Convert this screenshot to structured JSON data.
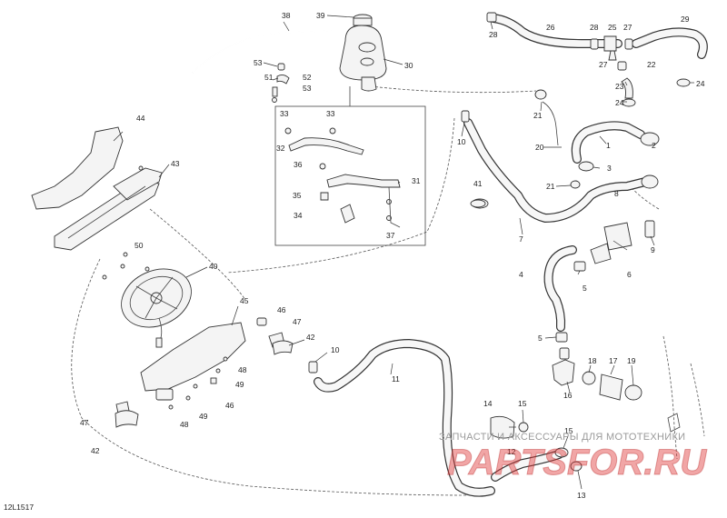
{
  "diagram": {
    "code": "12L1517",
    "callouts": [
      {
        "id": "c38",
        "label": "38"
      },
      {
        "id": "c39",
        "label": "39"
      },
      {
        "id": "c30",
        "label": "30"
      },
      {
        "id": "c53a",
        "label": "53"
      },
      {
        "id": "c51",
        "label": "51"
      },
      {
        "id": "c52",
        "label": "52"
      },
      {
        "id": "c53b",
        "label": "53"
      },
      {
        "id": "c28a",
        "label": "28"
      },
      {
        "id": "c26",
        "label": "26"
      },
      {
        "id": "c28b",
        "label": "28"
      },
      {
        "id": "c25",
        "label": "25"
      },
      {
        "id": "c27a",
        "label": "27"
      },
      {
        "id": "c27b",
        "label": "27"
      },
      {
        "id": "c29",
        "label": "29"
      },
      {
        "id": "c22",
        "label": "22"
      },
      {
        "id": "c23",
        "label": "23"
      },
      {
        "id": "c24a",
        "label": "24"
      },
      {
        "id": "c24b",
        "label": "24"
      },
      {
        "id": "c21a",
        "label": "21"
      },
      {
        "id": "c1",
        "label": "1"
      },
      {
        "id": "c2",
        "label": "2"
      },
      {
        "id": "c20",
        "label": "20"
      },
      {
        "id": "c3",
        "label": "3"
      },
      {
        "id": "c21b",
        "label": "21"
      },
      {
        "id": "c10a",
        "label": "10"
      },
      {
        "id": "c33a",
        "label": "33"
      },
      {
        "id": "c33b",
        "label": "33"
      },
      {
        "id": "c32",
        "label": "32"
      },
      {
        "id": "c36",
        "label": "36"
      },
      {
        "id": "c31",
        "label": "31"
      },
      {
        "id": "c35",
        "label": "35"
      },
      {
        "id": "c34",
        "label": "34"
      },
      {
        "id": "c37",
        "label": "37"
      },
      {
        "id": "c41",
        "label": "41"
      },
      {
        "id": "c7",
        "label": "7"
      },
      {
        "id": "c8",
        "label": "8"
      },
      {
        "id": "c9",
        "label": "9"
      },
      {
        "id": "c4",
        "label": "4"
      },
      {
        "id": "c6",
        "label": "6"
      },
      {
        "id": "c5a",
        "label": "5"
      },
      {
        "id": "c5b",
        "label": "5"
      },
      {
        "id": "c44",
        "label": "44"
      },
      {
        "id": "c43",
        "label": "43"
      },
      {
        "id": "c50",
        "label": "50"
      },
      {
        "id": "c40",
        "label": "40"
      },
      {
        "id": "c45",
        "label": "45"
      },
      {
        "id": "c46a",
        "label": "46"
      },
      {
        "id": "c47a",
        "label": "47"
      },
      {
        "id": "c42a",
        "label": "42"
      },
      {
        "id": "c48a",
        "label": "48"
      },
      {
        "id": "c49a",
        "label": "49"
      },
      {
        "id": "c46b",
        "label": "46"
      },
      {
        "id": "c48b",
        "label": "48"
      },
      {
        "id": "c49b",
        "label": "49"
      },
      {
        "id": "c47b",
        "label": "47"
      },
      {
        "id": "c42b",
        "label": "42"
      },
      {
        "id": "c10b",
        "label": "10"
      },
      {
        "id": "c11",
        "label": "11"
      },
      {
        "id": "c18",
        "label": "18"
      },
      {
        "id": "c17",
        "label": "17"
      },
      {
        "id": "c19",
        "label": "19"
      },
      {
        "id": "c16",
        "label": "16"
      },
      {
        "id": "c14",
        "label": "14"
      },
      {
        "id": "c15a",
        "label": "15"
      },
      {
        "id": "c15b",
        "label": "15"
      },
      {
        "id": "c12",
        "label": "12"
      },
      {
        "id": "c13",
        "label": "13"
      }
    ]
  },
  "watermark": {
    "line1": "ЗАПЧАСТИ И АКСЕССУАРЫ ДЛЯ МОТОТЕХНИКИ",
    "line2": "PARTSFOR.RU"
  },
  "colors": {
    "line": "#333333",
    "watermark": "#e03a3a"
  }
}
